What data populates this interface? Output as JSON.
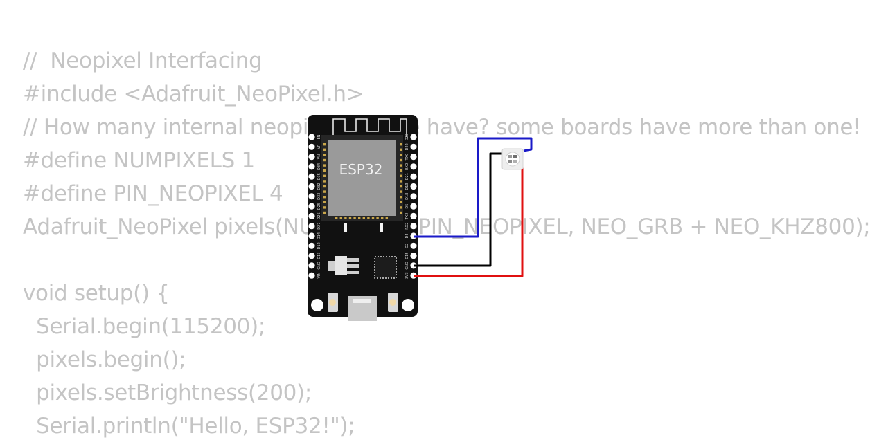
{
  "code": {
    "lines": [
      "//  Neopixel Interfacing",
      "#include <Adafruit_NeoPixel.h>",
      "// How many internal neopixels do we have? some boards have more than one!",
      "#define NUMPIXELS 1",
      "#define PIN_NEOPIXEL 4",
      "Adafruit_NeoPixel pixels(NUMPIXELS, PIN_NEOPIXEL, NEO_GRB + NEO_KHZ800);",
      "",
      "void setup() {",
      "  Serial.begin(115200);",
      "  pixels.begin();",
      "  pixels.setBrightness(200);",
      "  Serial.println(\"Hello, ESP32!\");"
    ]
  },
  "board": {
    "chip_label": "ESP32",
    "left_pins": [
      "EN",
      "VP",
      "VN",
      "D34",
      "D35",
      "D32",
      "D33",
      "D25",
      "D26",
      "D27",
      "D14",
      "D12",
      "D13",
      "GND",
      "VIN"
    ],
    "right_pins": [
      "D23",
      "D22",
      "TX0",
      "RX0",
      "D21",
      "D19",
      "D18",
      "D5",
      "TX2",
      "RX2",
      "D4",
      "D2",
      "D15",
      "GND",
      "3V3"
    ]
  },
  "wires": {
    "data_color": "#1a1ac8",
    "ground_color": "#000000",
    "power_color": "#e01010"
  }
}
